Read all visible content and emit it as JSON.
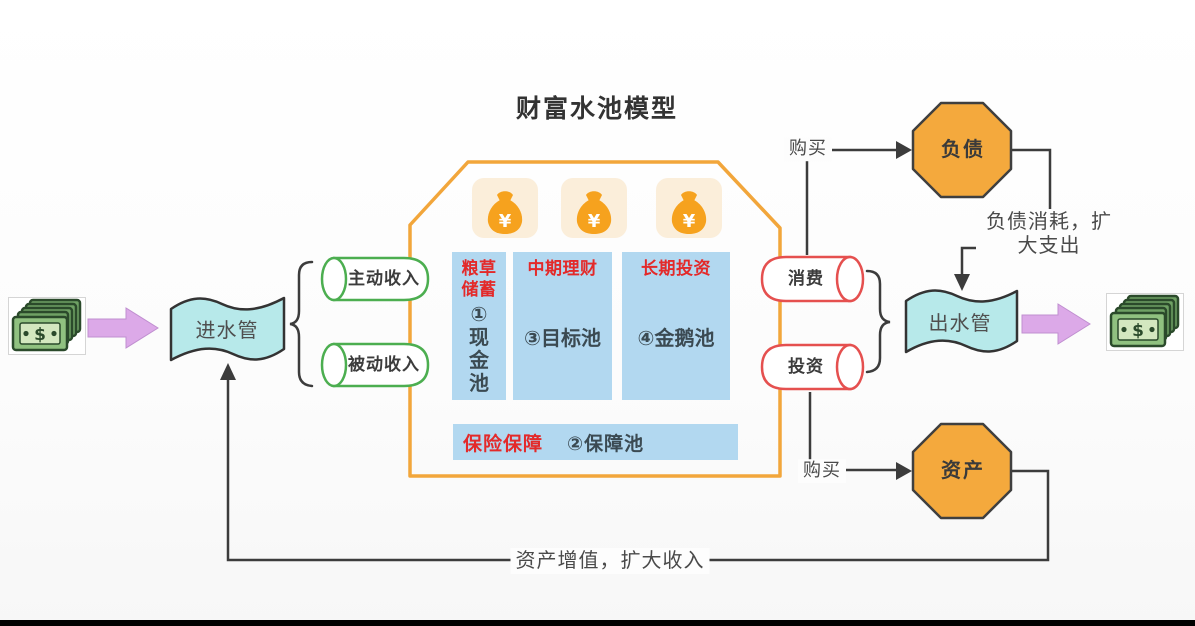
{
  "title": "财富水池模型",
  "palette": {
    "house_outline": "#F2A63B",
    "pool_fill": "#B2D8F0",
    "header_red": "#E32A2A",
    "income_green": "#4CAE50",
    "outflow_red": "#E5504F",
    "node_orange": "#F4A93D",
    "pipe_cyan": "#B7E9EA",
    "flow_purple": "#DCA9E8",
    "line_dark": "#3C3C3C"
  },
  "input": {
    "money_symbol": "$",
    "inlet_pipe_label": "进水管"
  },
  "income": {
    "items": [
      {
        "label": "主动收入"
      },
      {
        "label": "被动收入"
      }
    ]
  },
  "pool": {
    "bag_symbol": "¥",
    "columns": [
      {
        "header": "粮草\n储蓄",
        "body": "①\n现\n金\n池"
      },
      {
        "header": "中期理财",
        "body": "③目标池"
      },
      {
        "header": "长期投资",
        "body": "④金鹅池"
      }
    ],
    "insurance": {
      "header": "保险保障",
      "body": "②保障池"
    }
  },
  "outflow": {
    "items": [
      {
        "label": "消费"
      },
      {
        "label": "投资"
      }
    ],
    "outlet_pipe_label": "出水管"
  },
  "liability": {
    "label": "负债",
    "buy": "购买",
    "effect": "负债消耗，扩大支出"
  },
  "asset": {
    "label": "资产",
    "buy": "购买",
    "effect": "资产增值，扩大收入"
  }
}
